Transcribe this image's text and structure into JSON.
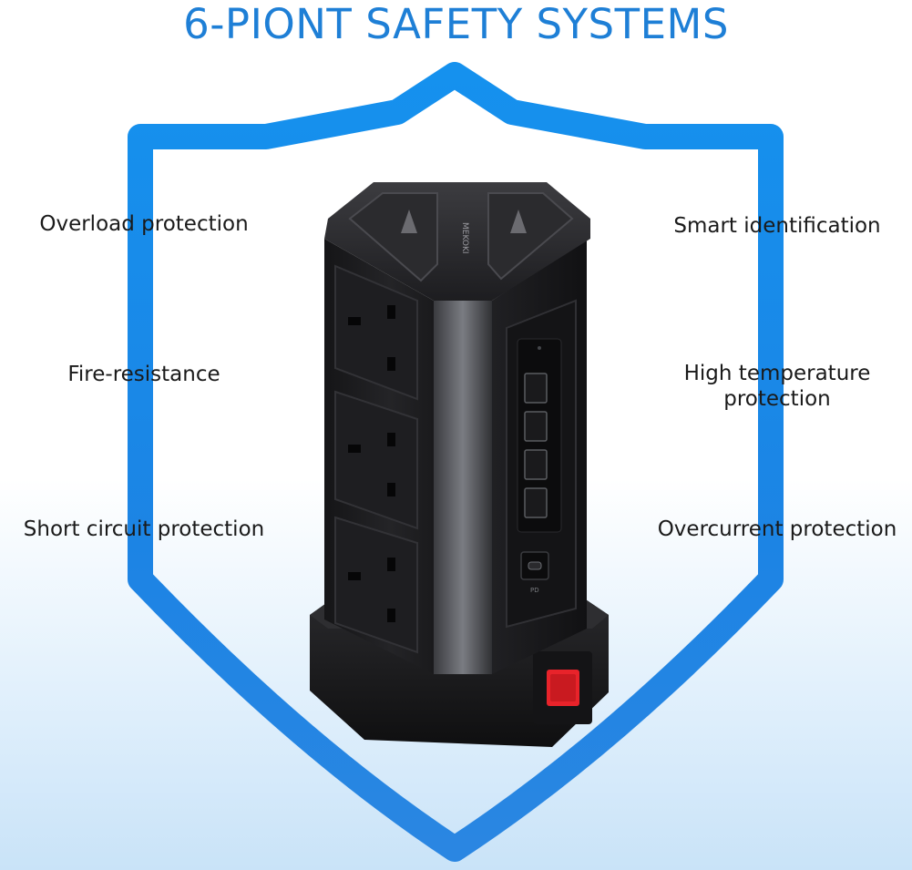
{
  "title": "6-PIONT SAFETY SYSTEMS",
  "features_left": [
    "Overload protection",
    "Fire-resistance",
    "Short circuit protection"
  ],
  "features_right": [
    "Smart identification",
    "High temperature\nprotection",
    "Overcurrent protection"
  ],
  "product": {
    "brand_mark": "MEKOKI",
    "pd_label": "PD"
  },
  "colors": {
    "title": "#1e7fd6",
    "shield_stroke": "#1a8be8",
    "product_body": "#1b1b1d",
    "power_switch": "#e8232a"
  }
}
